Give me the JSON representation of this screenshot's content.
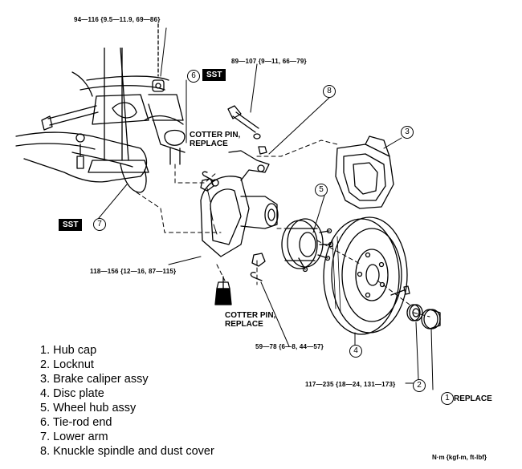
{
  "torque_specs": {
    "strut_nut": "94—116 {9.5—11.9, 69—86}",
    "knuckle_bolt": "89—107 {9—11, 66—79}",
    "lower_arm_nut": "118—156 {12—16, 87—115}",
    "tie_rod_nut": "59—78 {6—8, 44—57}",
    "locknut": "117—235 {18—24, 131—173}"
  },
  "notes": {
    "cotter_pin_upper_1": "COTTER PIN,",
    "cotter_pin_upper_2": "REPLACE",
    "cotter_pin_lower_1": "COTTER PIN,",
    "cotter_pin_lower_2": "REPLACE",
    "replace": "REPLACE"
  },
  "sst_label": "SST",
  "callouts": {
    "c1": "1",
    "c2": "2",
    "c3": "3",
    "c4": "4",
    "c5": "5",
    "c6": "6",
    "c7": "7",
    "c8": "8"
  },
  "legend": [
    "1. Hub cap",
    "2. Locknut",
    "3. Brake caliper assy",
    "4. Disc plate",
    "5. Wheel hub assy",
    "6. Tie-rod end",
    "7. Lower arm",
    "8. Knuckle spindle and dust cover"
  ],
  "units": "N·m {kgf-m, ft-lbf}"
}
